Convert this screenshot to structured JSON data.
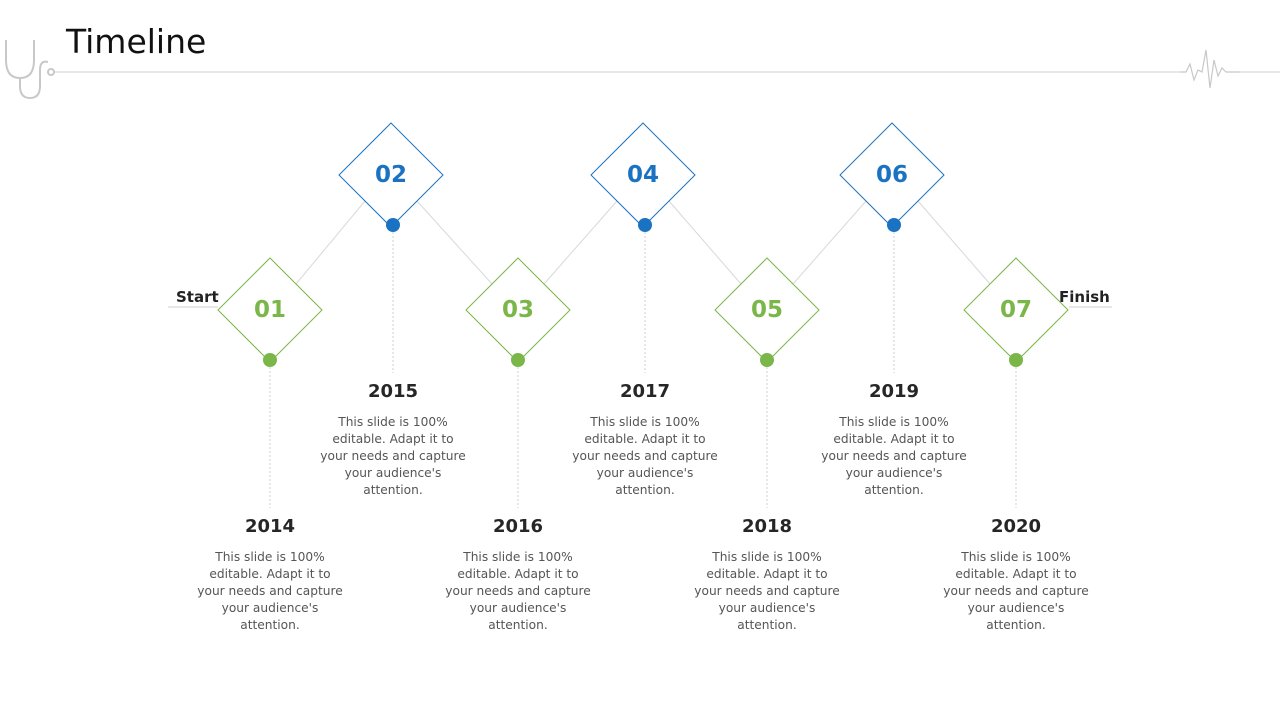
{
  "title": "Timeline",
  "start_label": "Start",
  "finish_label": "Finish",
  "colors": {
    "blue": "#1a73c2",
    "green": "#7ab648",
    "connector": "#d9d9d9",
    "header_line": "#d0d0d0"
  },
  "icons": [
    "stethoscope-icon",
    "heartbeat-icon"
  ],
  "milestones": [
    {
      "number": "01",
      "year": "2014",
      "text": "This slide is 100% editable. Adapt it to your needs and capture your audience's attention."
    },
    {
      "number": "02",
      "year": "2015",
      "text": "This slide is 100% editable. Adapt it to your needs and capture your audience's attention."
    },
    {
      "number": "03",
      "year": "2016",
      "text": "This slide is 100% editable. Adapt it to your needs and capture your audience's attention."
    },
    {
      "number": "04",
      "year": "2017",
      "text": "This slide is 100% editable. Adapt it to your needs and capture your audience's attention."
    },
    {
      "number": "05",
      "year": "2018",
      "text": "This slide is 100% editable. Adapt it to your needs and capture your audience's attention."
    },
    {
      "number": "06",
      "year": "2019",
      "text": "This slide is 100% editable. Adapt it to your needs and capture your audience's attention."
    },
    {
      "number": "07",
      "year": "2020",
      "text": "This slide is 100% editable. Adapt it to your needs and capture your audience's attention."
    }
  ]
}
